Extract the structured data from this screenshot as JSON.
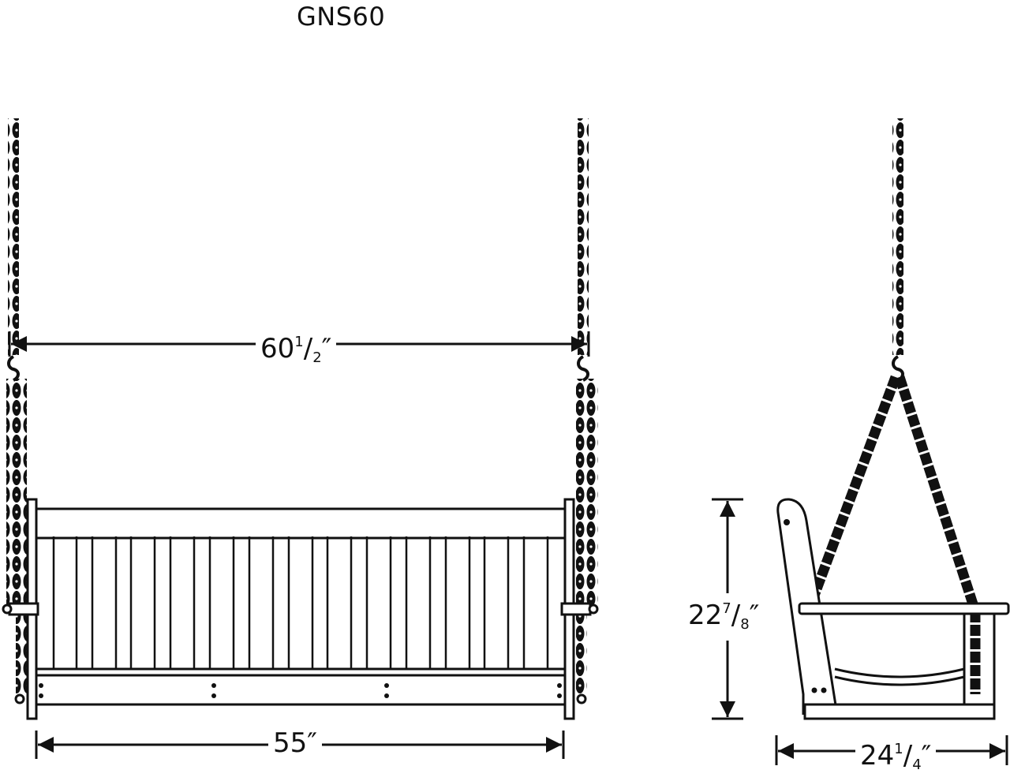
{
  "title": "GNS60",
  "front_view": {
    "overall_width": {
      "whole": "60",
      "num": "1",
      "den": "2",
      "unit": "″"
    },
    "seat_width": {
      "whole": "55",
      "unit": "″"
    }
  },
  "side_view": {
    "height": {
      "whole": "22",
      "num": "7",
      "den": "8",
      "unit": "″"
    },
    "depth": {
      "whole": "24",
      "num": "1",
      "den": "4",
      "unit": "″"
    }
  },
  "colors": {
    "line": "#111111",
    "background": "#ffffff"
  }
}
